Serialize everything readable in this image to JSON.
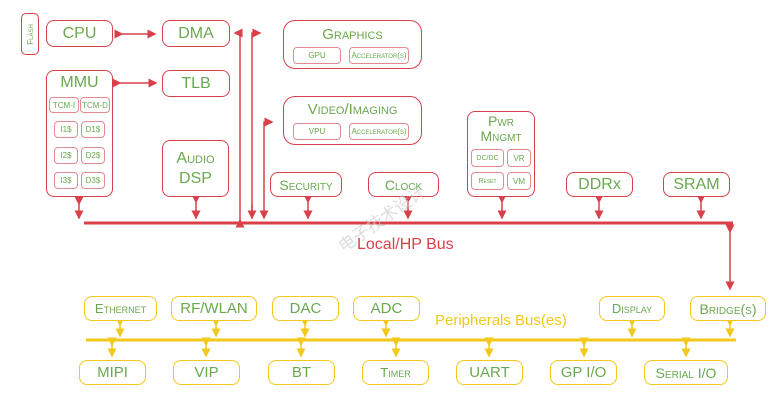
{
  "colors": {
    "local_bus": "#d9404a",
    "peripheral_bus": "#f2c81a",
    "text": "#6aa84f"
  },
  "core": {
    "flash": "Flash",
    "cpu": "CPU",
    "dma": "DMA",
    "mmu": "MMU",
    "tlb": "TLB",
    "mmu_blocks": [
      "TCM-I",
      "TCM-D",
      "I1$",
      "D1$",
      "I2$",
      "D2$",
      "I3$",
      "D3$"
    ],
    "graphics": {
      "title": "Graphics",
      "items": [
        "GPU",
        "Accelerator(s)"
      ]
    },
    "video": {
      "title": "Video/Imaging",
      "items": [
        "VPU",
        "Accelerator(s)"
      ]
    },
    "audio": "Audio DSP",
    "security": "Security",
    "clock": "Clock",
    "pwr": {
      "title": "Pwr Mngmt",
      "items": [
        "DC/DC",
        "VR",
        "Reset",
        "VM"
      ]
    },
    "ddr": "DDRx",
    "sram": "SRAM"
  },
  "buses": {
    "local": "Local/HP Bus",
    "peripheral": "Peripherals Bus(es)"
  },
  "peripherals_top": [
    "Ethernet",
    "RF/WLAN",
    "DAC",
    "ADC",
    "Display",
    "Bridge(s)"
  ],
  "peripherals_bottom": [
    "MIPI",
    "VIP",
    "BT",
    "Timer",
    "UART",
    "GP I/O",
    "Serial I/O"
  ],
  "watermark": "电子技术设计"
}
